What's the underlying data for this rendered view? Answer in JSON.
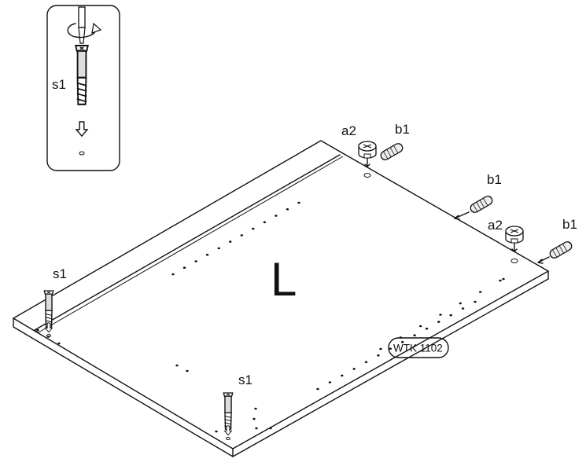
{
  "panel": {
    "letter": "L",
    "code": "WTK 1102"
  },
  "inset": {
    "screw_label": "s1",
    "rotation_icon": "rotate-clockwise-icon",
    "direction_icon": "arrow-down-icon"
  },
  "parts": {
    "screw": "s1",
    "cam": "a2",
    "dowel": "b1"
  },
  "callouts": [
    {
      "id": "s1-left",
      "text": "s1"
    },
    {
      "id": "s1-bottom",
      "text": "s1"
    },
    {
      "id": "a2-top",
      "text": "a2"
    },
    {
      "id": "b1-top",
      "text": "b1"
    },
    {
      "id": "b1-middle",
      "text": "b1"
    },
    {
      "id": "a2-right",
      "text": "a2"
    },
    {
      "id": "b1-right",
      "text": "b1"
    }
  ],
  "colors": {
    "line": "#111111",
    "background": "#ffffff",
    "part_fill": "#dddddd"
  }
}
